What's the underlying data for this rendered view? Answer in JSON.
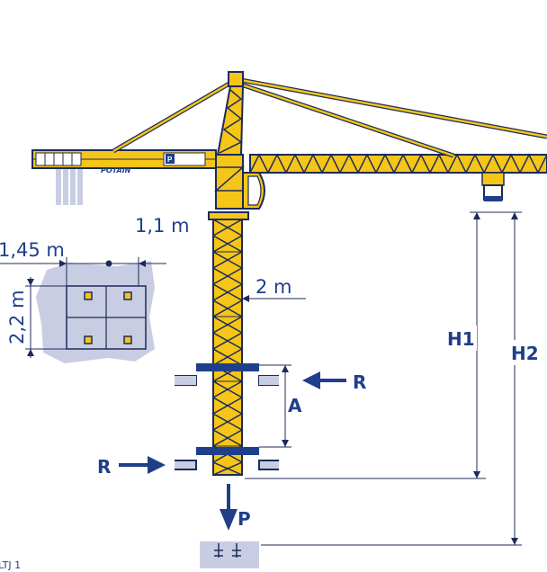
{
  "labels": {
    "width_left": "1,45 m",
    "width_right": "1,1 m",
    "height_side": "2,2 m",
    "mast_width": "2 m",
    "reaction_top": "R",
    "reaction_bottom": "R",
    "anchor_spacing": "A",
    "load": "P",
    "height_1": "H1",
    "height_2": "H2",
    "brand": "POTAIN",
    "logo": "P",
    "code": "LTJ 1"
  },
  "colors": {
    "crane_yellow": "#f5c518",
    "structure_blue": "#1f3f8a",
    "floor_gray": "#c9cde3",
    "line_dark": "#1c2b5a"
  }
}
